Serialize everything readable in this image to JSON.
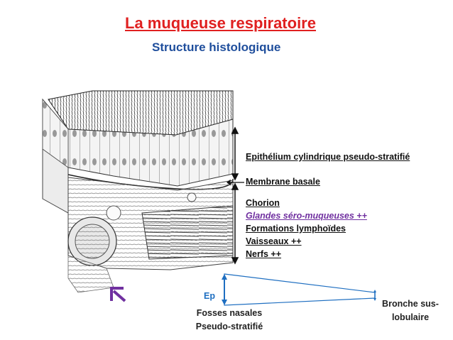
{
  "header": {
    "title": "La muqueuse respiratoire",
    "subtitle": "Structure histologique"
  },
  "labels": {
    "epithelium": "Epithélium cylindrique pseudo-stratifié",
    "basal_membrane": "Membrane basale",
    "chorion": "Chorion",
    "glands": "Glandes séro-muqueuses ++",
    "lymphoid": "Formations lymphoïdes",
    "vessels": "Vaisseaux ++",
    "nerves": "Nerfs ++"
  },
  "gradient": {
    "ep_label": "Ep",
    "left_line1": "Fosses nasales",
    "left_line2": "Pseudo-stratifié",
    "right_line1": "Bronche sus-",
    "right_line2": "lobulaire"
  },
  "colors": {
    "title": "#e02020",
    "subtitle": "#1f4e9c",
    "glands": "#7030a0",
    "ep_blue": "#1f6fc1",
    "arrow_purple": "#7030a0"
  }
}
